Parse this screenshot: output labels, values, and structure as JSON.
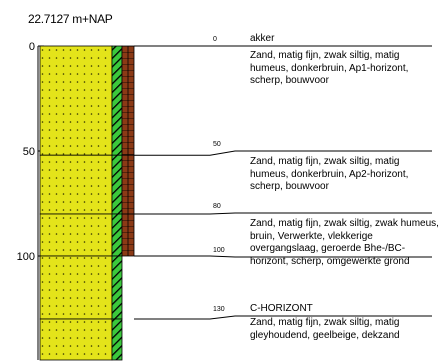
{
  "elevation": "22.7127 m+NAP",
  "axis": {
    "ticks": [
      {
        "value": 0,
        "label": "0"
      },
      {
        "value": 50,
        "label": "50"
      },
      {
        "value": 100,
        "label": "100"
      }
    ]
  },
  "colors": {
    "sand": "#e4e41a",
    "dots": "#333300",
    "hatch_green": "#3cc83c",
    "brown": "#8b3a16",
    "line": "#000000"
  },
  "layers": [
    {
      "top_cm": 0,
      "bottom_cm": 52,
      "top_label": "0",
      "title": "akker",
      "description": "Zand, matig fijn, zwak siltig, matig humeus, donkerbruin, Ap1-horizont, scherp, bouwvoor",
      "green_width": 1.0,
      "has_brown": true
    },
    {
      "top_cm": 52,
      "bottom_cm": 80,
      "top_label": "50",
      "title": "",
      "description": "Zand, matig fijn, zwak siltig, matig humeus, donkerbruin, Ap2-horizont, scherp, bouwvoor",
      "green_width": 1.0,
      "has_brown": true
    },
    {
      "top_cm": 80,
      "bottom_cm": 100,
      "top_label": "80",
      "title": "",
      "description": "Zand, matig fijn, zwak siltig, zwak humeus, bruin, Verwerkte, vlekkerige overgangslaag, geroerde Bhe-/BC-horizont, scherp, omgewerkte grond",
      "green_width": 1.0,
      "has_brown": true
    },
    {
      "top_cm": 100,
      "bottom_cm": 130,
      "top_label": "100",
      "title": "",
      "description": "",
      "green_width": 1.0,
      "has_brown": false
    },
    {
      "top_cm": 130,
      "bottom_cm": 150,
      "top_label": "130",
      "title": "C-HORIZONT",
      "description": "Zand, matig fijn, zwak siltig, matig gleyhoudend, geelbeige, dekzand",
      "green_width": 1.0,
      "has_brown": false
    }
  ]
}
